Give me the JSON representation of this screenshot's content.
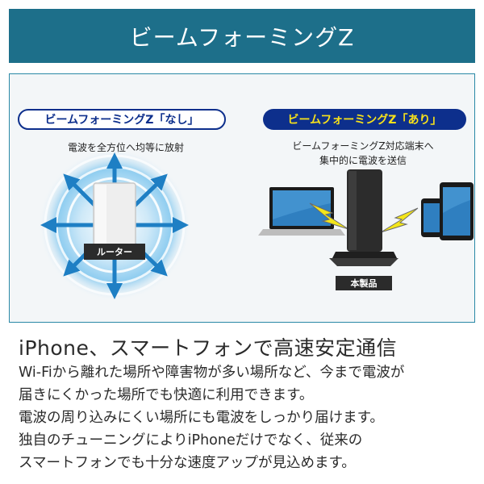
{
  "header": {
    "title": "ビームフォーミングZ"
  },
  "left": {
    "pill": "ビームフォーミングZ「なし」",
    "caption": "電波を全方位へ均等に放射",
    "router_label": "ルーター"
  },
  "right": {
    "pill": "ビームフォーミングZ「あり」",
    "caption_line1": "ビームフォーミングZ対応端末へ",
    "caption_line2": "集中的に電波を送信",
    "product_label": "本製品"
  },
  "text": {
    "heading": "iPhone、スマートフォンで高速安定通信",
    "lines": [
      "Wi-Fiから離れた場所や障害物が多い場所など、今まで電波が",
      "届きにくかった場所でも快適に利用できます。",
      "電波の周り込みにくい場所にも電波をしっかり届けます。",
      "独自のチューニングによりiPhoneだけでなく、従来の",
      "スマートフォンでも十分な速度アップが見込めます。"
    ]
  },
  "colors": {
    "header_bg": "#1d6f8a",
    "navy": "#0d2f8c",
    "yellow": "#f7e11b",
    "wave_blue": "#2aa0e0"
  }
}
